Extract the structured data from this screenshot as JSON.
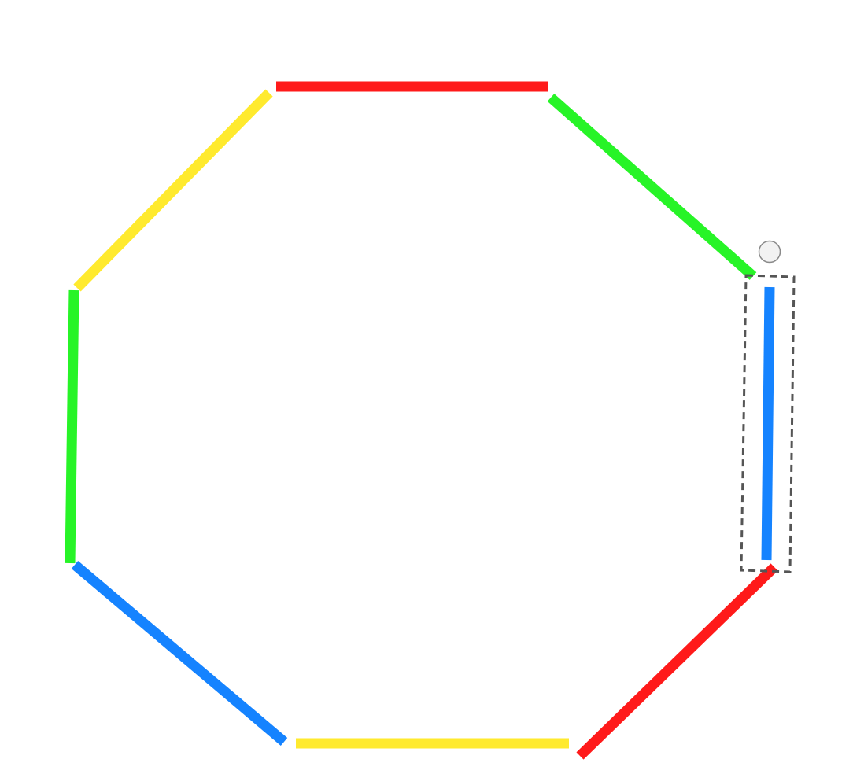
{
  "palette": {
    "red": "#ff1a1a",
    "green": "#27f427",
    "blue": "#1583ff",
    "yellow": "#ffea2e",
    "selection": "#555555",
    "background": "#ffffff"
  },
  "puzzle": {
    "shape": "octagon",
    "segment_count": 8,
    "segments": [
      {
        "id": "top",
        "color": "red"
      },
      {
        "id": "top-right",
        "color": "green"
      },
      {
        "id": "right",
        "color": "blue",
        "selected": true
      },
      {
        "id": "bottom-right",
        "color": "red"
      },
      {
        "id": "bottom",
        "color": "yellow"
      },
      {
        "id": "bottom-left",
        "color": "blue"
      },
      {
        "id": "left",
        "color": "green"
      },
      {
        "id": "top-left",
        "color": "yellow"
      }
    ],
    "selected_segment": "right",
    "rotate_handle_icon": "circle-handle-icon"
  }
}
